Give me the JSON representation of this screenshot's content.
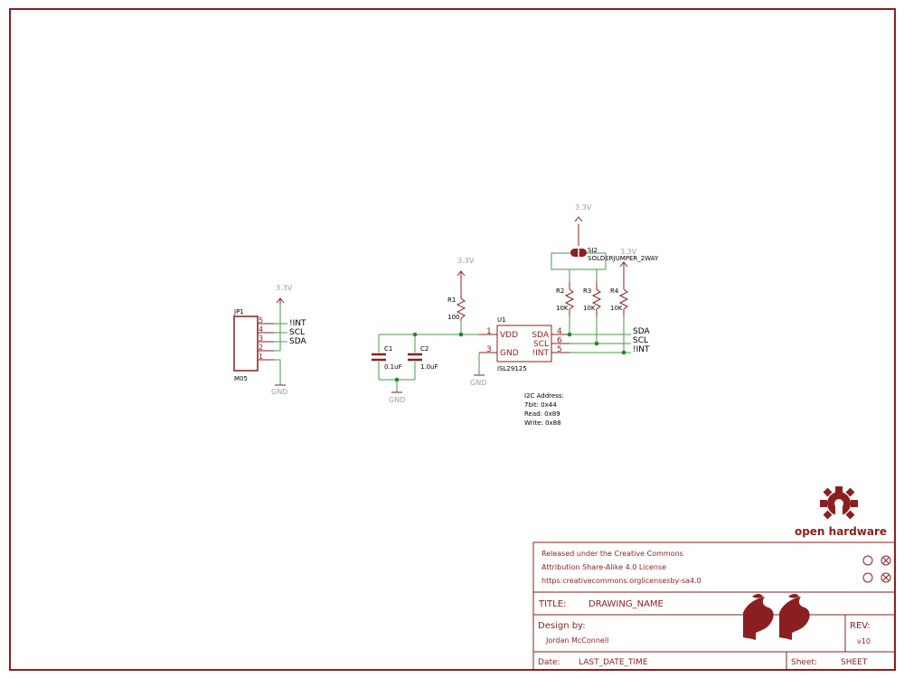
{
  "schematic": {
    "jp1": {
      "ref": "JP1",
      "value": "M05",
      "pins": [
        "5",
        "4",
        "3",
        "2",
        "1"
      ],
      "nets": [
        "!INT",
        "SCL",
        "SDA"
      ],
      "power": "3.3V",
      "ground": "GND"
    },
    "r1": {
      "ref": "R1",
      "value": "100",
      "power": "3.3V"
    },
    "c1": {
      "ref": "C1",
      "value": "0.1uF"
    },
    "c2": {
      "ref": "C2",
      "value": "1.0uF"
    },
    "cap_ground": "GND",
    "u1": {
      "ref": "U1",
      "value": "ISL29125",
      "left_pins": [
        {
          "num": "1",
          "name": "VDD"
        },
        {
          "num": "3",
          "name": "GND"
        }
      ],
      "right_pins": [
        {
          "num": "4",
          "name": "SDA"
        },
        {
          "num": "6",
          "name": "SCL"
        },
        {
          "num": "5",
          "name": "!INT"
        }
      ],
      "ground": "GND"
    },
    "sj2": {
      "ref": "SJ2",
      "value": "SOLDERJUMPER_2WAY",
      "power": "3.3V"
    },
    "r2": {
      "ref": "R2",
      "value": "10K"
    },
    "r3": {
      "ref": "R3",
      "value": "10K"
    },
    "r4": {
      "ref": "R4",
      "value": "10K",
      "power": "3.3V"
    },
    "output_nets": [
      "SDA",
      "SCL",
      "!INT"
    ],
    "note": [
      "I2C Address:",
      "7bit: 0x44",
      "Read: 0x89",
      "Write: 0x88"
    ]
  },
  "title_block": {
    "license": [
      "Released under the Creative Commons",
      "Attribution Share-Alike 4.0 License",
      "https:creativecommons.orglicensesby-sa4.0"
    ],
    "title_label": "TITLE:",
    "title_value": "DRAWING_NAME",
    "design_label": "Design by:",
    "design_value": "Jordan McConnell",
    "rev_label": "REV:",
    "rev_value": "v10",
    "date_label": "Date:",
    "date_value": "LAST_DATE_TIME",
    "sheet_label": "Sheet:",
    "sheet_value": "SHEET",
    "oshw_text": "open hardware"
  },
  "colors": {
    "frame": "#8b1f1f",
    "wire": "#4a9a4a",
    "junction": "#1e8a1e",
    "supply_label": "#a0a0a0",
    "text": "#000000"
  }
}
